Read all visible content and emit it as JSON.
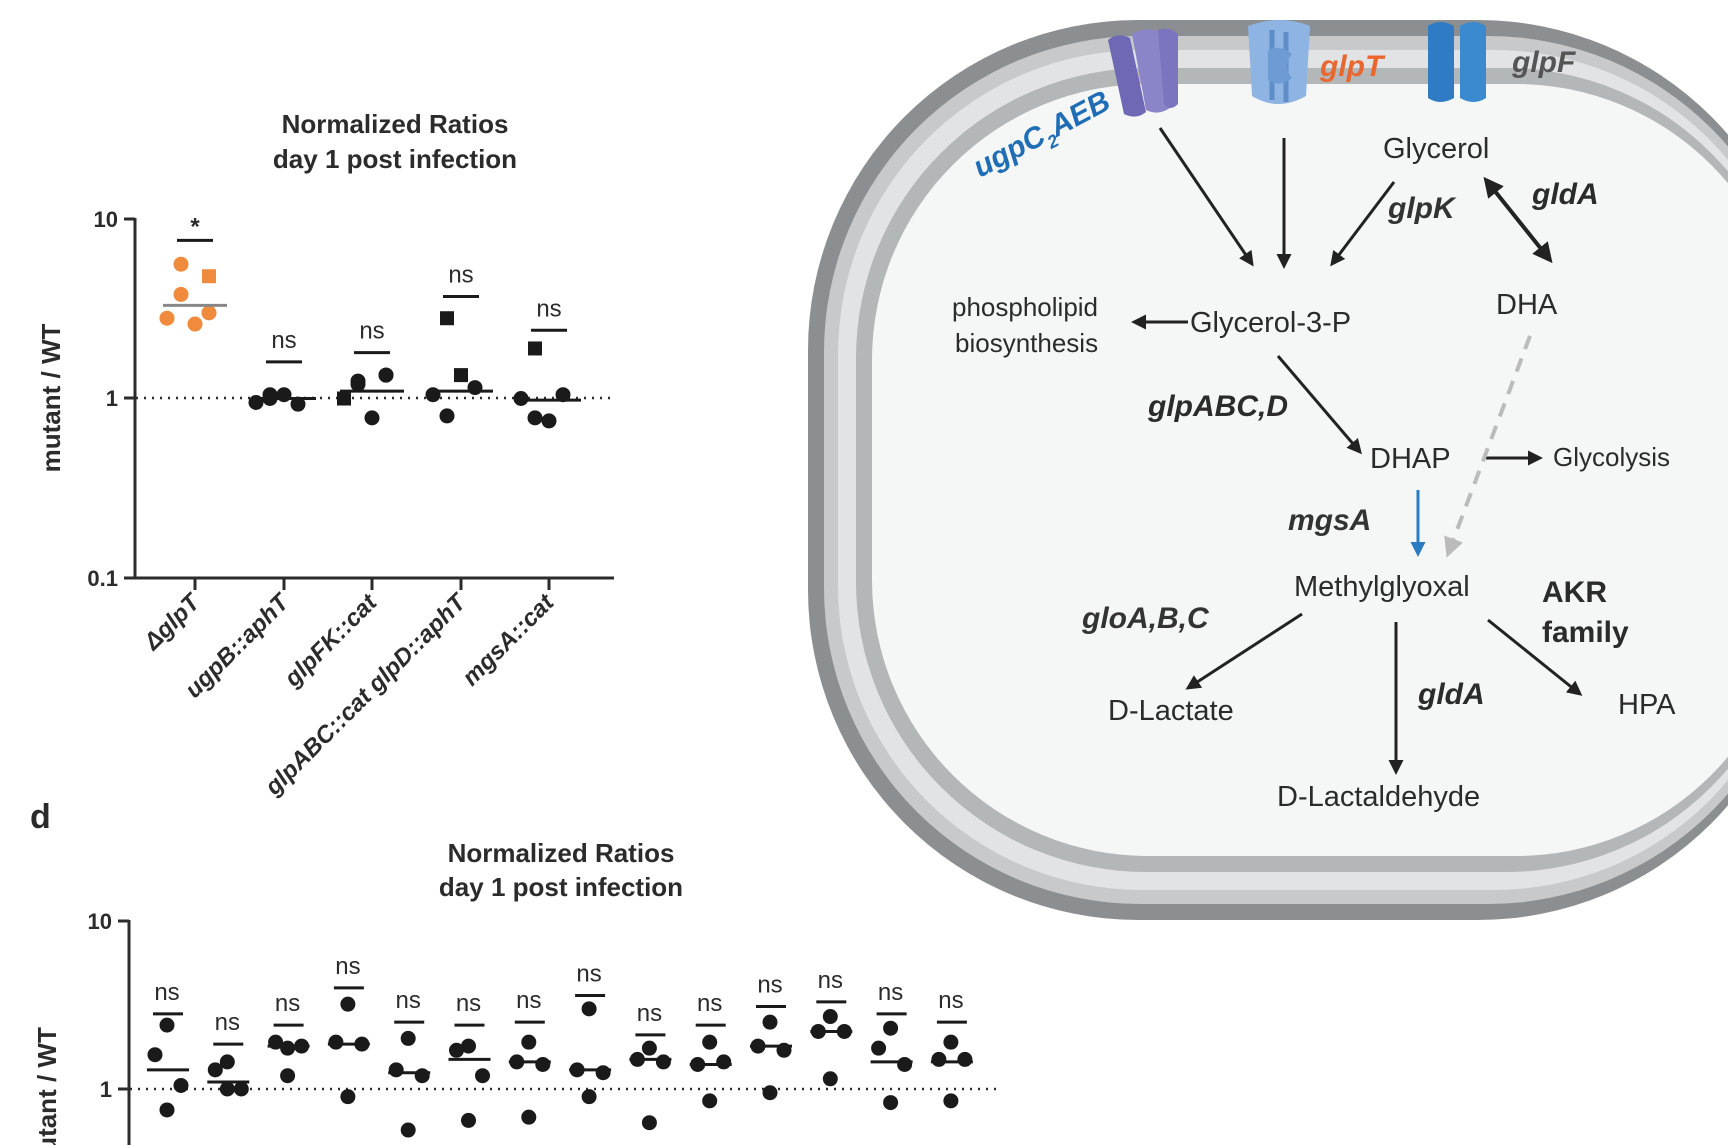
{
  "chart_data": [
    {
      "type": "scatter",
      "title": "Normalized Ratios\nday 1 post infection",
      "title_lines": [
        "Normalized Ratios",
        "day 1 post infection"
      ],
      "ylabel": "mutant / WT",
      "yscale": "log",
      "ylim": [
        0.1,
        10
      ],
      "y_ticks": [
        "10",
        "1",
        "0.1"
      ],
      "reference_line": 1,
      "categories": [
        "ΔglpT",
        "ugpB::aphT",
        "glpFK::cat",
        "glpABC::cat glpD::aphT",
        "mgsA::cat"
      ],
      "significance": [
        "*",
        "ns",
        "ns",
        "ns",
        "ns"
      ],
      "colors": {
        "highlight": "#f08a3c",
        "default": "#1a1a1a",
        "median": "#888888"
      },
      "groups": [
        {
          "category": "ΔglpT",
          "color": "#f08a3c",
          "median": 3.3,
          "sig_bar": 7.6,
          "points": [
            {
              "y": 5.6,
              "marker": "circle"
            },
            {
              "y": 4.8,
              "marker": "square"
            },
            {
              "y": 3.8,
              "marker": "circle"
            },
            {
              "y": 2.8,
              "marker": "circle"
            },
            {
              "y": 2.6,
              "marker": "circle"
            },
            {
              "y": 3.0,
              "marker": "circle"
            }
          ]
        },
        {
          "category": "ugpB::aphT",
          "color": "#1a1a1a",
          "median": 1.0,
          "sig_bar": 1.6,
          "points": [
            {
              "y": 1.05,
              "marker": "circle"
            },
            {
              "y": 0.93,
              "marker": "circle"
            },
            {
              "y": 1.0,
              "marker": "circle"
            },
            {
              "y": 0.95,
              "marker": "circle"
            },
            {
              "y": 1.05,
              "marker": "circle"
            }
          ]
        },
        {
          "category": "glpFK::cat",
          "color": "#1a1a1a",
          "median": 1.1,
          "sig_bar": 1.8,
          "points": [
            {
              "y": 1.25,
              "marker": "circle"
            },
            {
              "y": 1.35,
              "marker": "circle"
            },
            {
              "y": 1.2,
              "marker": "circle"
            },
            {
              "y": 1.0,
              "marker": "square"
            },
            {
              "y": 0.78,
              "marker": "circle"
            },
            {
              "y": 1.35,
              "marker": "circle"
            }
          ]
        },
        {
          "category": "glpABC::cat glpD::aphT",
          "color": "#1a1a1a",
          "median": 1.1,
          "sig_bar": 3.7,
          "points": [
            {
              "y": 2.8,
              "marker": "square"
            },
            {
              "y": 1.15,
              "marker": "circle"
            },
            {
              "y": 0.8,
              "marker": "circle"
            },
            {
              "y": 1.05,
              "marker": "circle"
            },
            {
              "y": 1.35,
              "marker": "square"
            }
          ]
        },
        {
          "category": "mgsA::cat",
          "color": "#1a1a1a",
          "median": 0.98,
          "sig_bar": 2.4,
          "points": [
            {
              "y": 1.9,
              "marker": "square"
            },
            {
              "y": 1.05,
              "marker": "circle"
            },
            {
              "y": 0.78,
              "marker": "circle"
            },
            {
              "y": 1.0,
              "marker": "circle"
            },
            {
              "y": 0.75,
              "marker": "circle"
            }
          ]
        }
      ]
    },
    {
      "type": "scatter",
      "panel": "d",
      "title": "Normalized Ratios\nday 1 post infection",
      "title_lines": [
        "Normalized Ratios",
        "day 1 post infection"
      ],
      "ylabel": "utant / WT",
      "yscale": "log",
      "y_ticks": [
        "10",
        "1"
      ],
      "reference_line": 1,
      "significance": [
        "ns",
        "ns",
        "ns",
        "ns",
        "ns",
        "ns",
        "ns",
        "ns",
        "ns",
        "ns",
        "ns",
        "ns",
        "ns",
        "ns"
      ],
      "groups": [
        {
          "median": 1.3,
          "sig_bar": 2.8,
          "points": [
            2.4,
            1.6,
            1.05,
            0.75
          ]
        },
        {
          "median": 1.1,
          "sig_bar": 1.85,
          "points": [
            1.45,
            1.3,
            1.0,
            1.0
          ]
        },
        {
          "median": 1.8,
          "sig_bar": 2.4,
          "points": [
            1.75,
            1.9,
            1.8,
            1.2
          ]
        },
        {
          "median": 1.85,
          "sig_bar": 4.0,
          "points": [
            3.2,
            1.9,
            1.85,
            0.9
          ]
        },
        {
          "median": 1.25,
          "sig_bar": 2.5,
          "points": [
            2.0,
            1.3,
            1.2,
            0.57
          ]
        },
        {
          "median": 1.5,
          "sig_bar": 2.4,
          "points": [
            1.8,
            1.7,
            1.2,
            0.65
          ]
        },
        {
          "median": 1.45,
          "sig_bar": 2.5,
          "points": [
            1.9,
            1.45,
            1.4,
            0.68
          ]
        },
        {
          "median": 1.3,
          "sig_bar": 3.6,
          "points": [
            3.0,
            1.3,
            1.25,
            0.9
          ]
        },
        {
          "median": 1.5,
          "sig_bar": 2.1,
          "points": [
            1.75,
            1.5,
            1.45,
            0.63
          ]
        },
        {
          "median": 1.4,
          "sig_bar": 2.4,
          "points": [
            1.9,
            1.4,
            1.45,
            0.85
          ]
        },
        {
          "median": 1.8,
          "sig_bar": 3.1,
          "points": [
            2.5,
            1.8,
            1.7,
            0.95
          ]
        },
        {
          "median": 2.2,
          "sig_bar": 3.3,
          "points": [
            2.7,
            2.2,
            2.2,
            1.15
          ]
        },
        {
          "median": 1.45,
          "sig_bar": 2.8,
          "points": [
            2.3,
            1.75,
            1.4,
            0.83
          ]
        },
        {
          "median": 1.45,
          "sig_bar": 2.5,
          "points": [
            1.9,
            1.5,
            1.5,
            0.85
          ]
        }
      ]
    }
  ],
  "pathway": {
    "transporters": [
      {
        "label": "ugpC2AEB",
        "label_main": "ugpC",
        "label_sub": "2",
        "label_rest": "AEB",
        "color": "#1f6eb5",
        "shape_color": "#7b75c0"
      },
      {
        "label": "glpT",
        "color": "#e8672f",
        "shape_color": "#7fa9dd"
      },
      {
        "label": "glpF",
        "color": "#555555",
        "shape_color": "#2f7cc4"
      }
    ],
    "metabolites": {
      "glycerol": "Glycerol",
      "glycerol3p": "Glycerol-3-P",
      "dha": "DHA",
      "phospholipid_line1": "phospholipid",
      "phospholipid_line2": "biosynthesis",
      "dhap": "DHAP",
      "glycolysis": "Glycolysis",
      "methylglyoxal": "Methylglyoxal",
      "d_lactate": "D-Lactate",
      "d_lactaldehyde": "D-Lactaldehyde",
      "hpa": "HPA"
    },
    "enzymes": {
      "glpK": "glpK",
      "gldA_top": "gldA",
      "glpABCD": "glpABC,D",
      "mgsA": "mgsA",
      "gloABC": "gloA,B,C",
      "gldA_bottom": "gldA",
      "akr_line1": "AKR",
      "akr_line2": "family"
    },
    "colors": {
      "arrow": "#222222",
      "mgsA_arrow": "#2b7bc0",
      "dashed_arrow": "#bbbbbb",
      "membrane_dark": "#8c8f91",
      "membrane_mid": "#c7c9ca",
      "cytoplasm": "#f5f6f6"
    }
  }
}
